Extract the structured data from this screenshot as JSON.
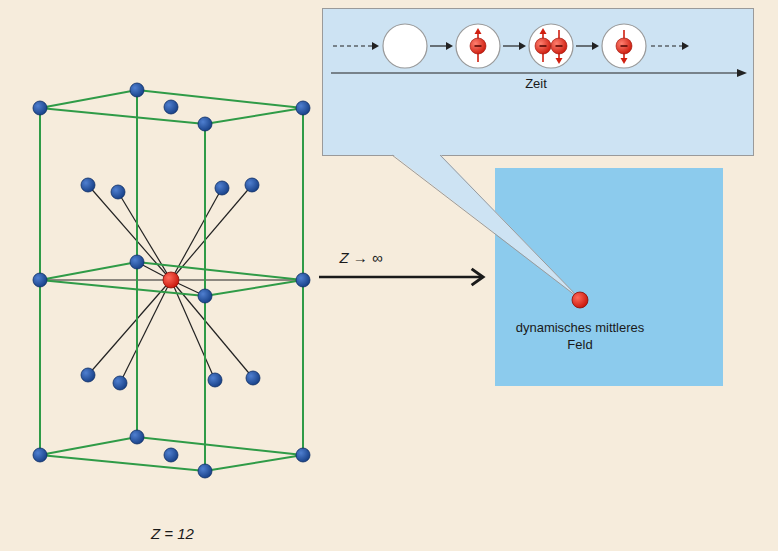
{
  "diagram": {
    "nodes": [
      {
        "text": [
          "Z = 12"
        ]
      },
      {
        "text": [
          "Zeit"
        ]
      },
      {
        "text": [
          "dynamisches mittleres Feld"
        ]
      }
    ],
    "edges": [
      {
        "from": 0,
        "to": 2,
        "arrow": "to",
        "label": "Z → ∞"
      }
    ]
  }
}
